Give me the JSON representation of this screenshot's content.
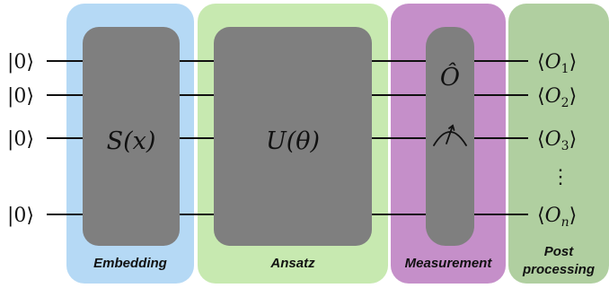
{
  "stages": {
    "embedding": "Embedding",
    "ansatz": "Ansatz",
    "measurement": "Measurement",
    "post_processing_line1": "Post",
    "post_processing_line2": "processing"
  },
  "inputs": [
    "|0⟩",
    "|0⟩",
    "|0⟩",
    "|0⟩"
  ],
  "blocks": {
    "embedding": "S(x)",
    "ansatz": "U(θ)",
    "observable": "Ô"
  },
  "outputs": {
    "open": "⟨",
    "symbol": "O",
    "close": "⟩",
    "subscripts": [
      "1",
      "2",
      "3",
      "n"
    ],
    "ellipsis": "⋮"
  },
  "colors": {
    "embedding_bg": "#b5d9f5",
    "ansatz_bg": "#c7e9b0",
    "measurement_bg": "#c58fc9",
    "post_bg": "#b0cfa0",
    "block_fill": "#7f7f7f",
    "wire": "#111111"
  }
}
